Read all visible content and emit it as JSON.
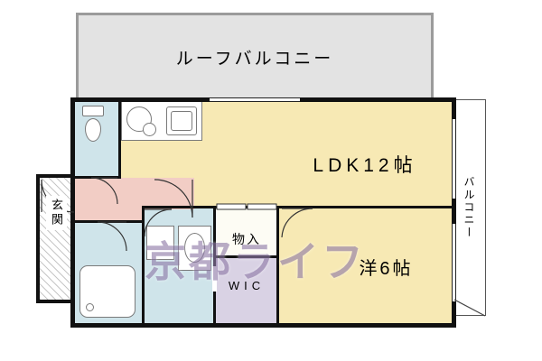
{
  "floorplan": {
    "watermark_text": "京都ライフ",
    "rooms": {
      "roof_balcony": {
        "label": "ルーフバルコニー"
      },
      "ldk": {
        "label": "LDK12帖"
      },
      "western_room": {
        "label": "洋6帖"
      },
      "storage": {
        "label": "物入"
      },
      "walk_in_closet": {
        "label": "WIC"
      },
      "entrance": {
        "label": "玄関"
      },
      "balcony": {
        "label": "バルコニー"
      }
    },
    "colors": {
      "room_cream": "#f7e9b4",
      "hall_pink": "#f2cdc5",
      "wet_blue": "#cfe4ea",
      "wic_purple": "#d9d2e4",
      "roof_gray": "#e3e3e3",
      "wall_black": "#111111",
      "watermark_purple": "#8f7aa8"
    }
  }
}
